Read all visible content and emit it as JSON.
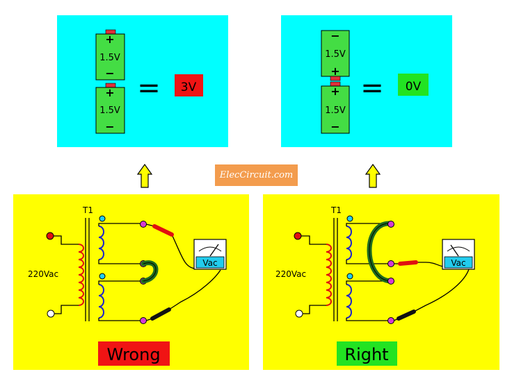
{
  "battery_voltage": "1.5V",
  "plus_sign": "+",
  "minus_sign": "−",
  "equals_sign": "=",
  "wrong_case": {
    "result": "3V",
    "result_color": "#f01414",
    "verdict": "Wrong",
    "verdict_color": "#f01414"
  },
  "right_case": {
    "result": "0V",
    "result_color": "#22e322",
    "verdict": "Right",
    "verdict_color": "#22e322"
  },
  "transformer_label": "T1",
  "input_label": "220Vac",
  "meter_label": "Vac",
  "watermark": "ElecCircuit.com",
  "colors": {
    "battery_panel": "#00ffff",
    "circuit_panel": "#ffff00",
    "battery_body": "#44dd44",
    "terminal": "#e0303a",
    "primary_coil": "#e01010",
    "secondary_coil": "#1c22cc",
    "jumper": "#1f6b1f",
    "node": "#d43cd4",
    "dot_marker": "#22ccee"
  }
}
